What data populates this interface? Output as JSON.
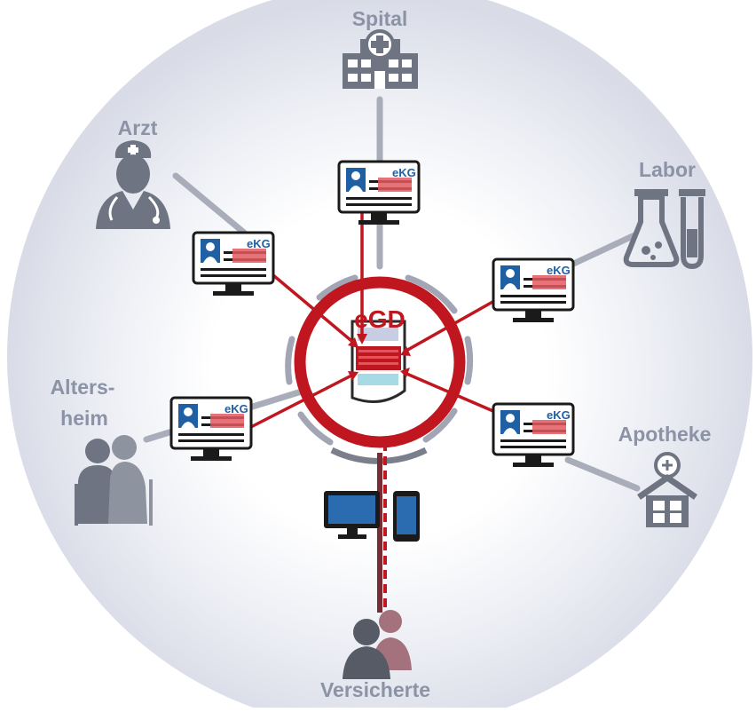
{
  "center": {
    "label": "eGD"
  },
  "screen_tag": "eKG",
  "nodes": {
    "spital": {
      "label": "Spital"
    },
    "arzt": {
      "label": "Arzt"
    },
    "labor": {
      "label": "Labor"
    },
    "altersheim": {
      "label_line1": "Alters-",
      "label_line2": "heim"
    },
    "apotheke": {
      "label": "Apotheke"
    },
    "versicherte": {
      "label": "Versicherte"
    }
  },
  "colors": {
    "accent": "#c0161f",
    "icon": "#6f7483",
    "label": "#8c93a6",
    "ring": "#dfe2ec",
    "connector": "#a9adb9",
    "patient_line": "#7a2c35"
  }
}
